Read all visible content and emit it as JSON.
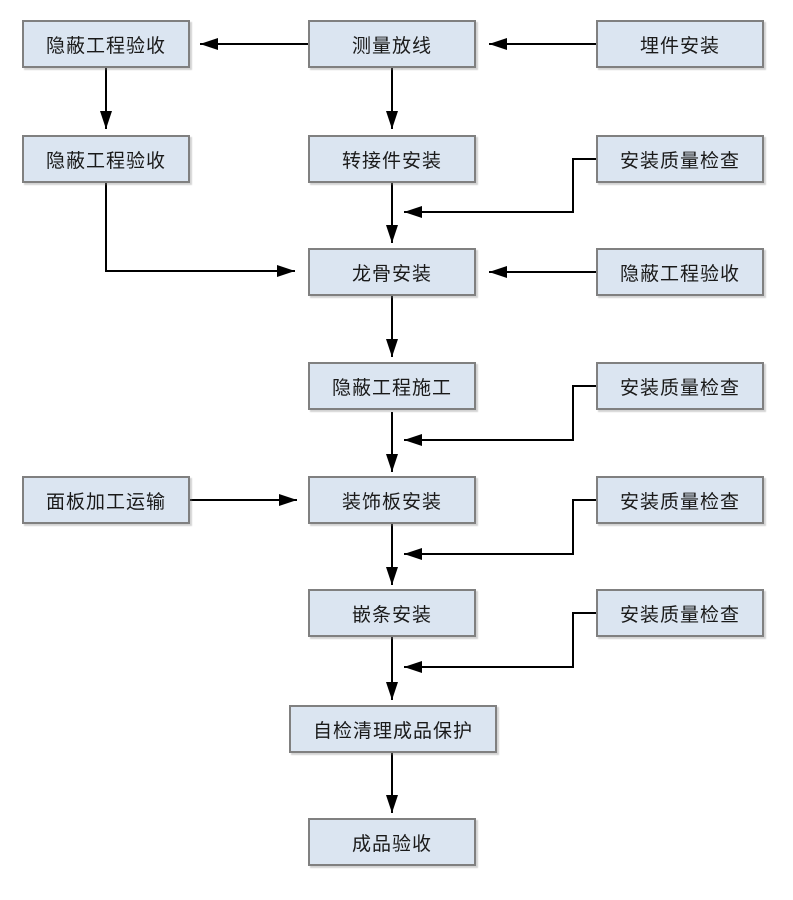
{
  "colors": {
    "background": "#ffffff",
    "node_fill": "#dbe5f1",
    "node_border": "#808080",
    "connector": "#000000"
  },
  "nodes": [
    {
      "id": "hidden-acceptance-1",
      "label": "隐蔽工程验收"
    },
    {
      "id": "measure-layout",
      "label": "测量放线"
    },
    {
      "id": "embed-install",
      "label": "埋件安装"
    },
    {
      "id": "hidden-acceptance-2",
      "label": "隐蔽工程验收"
    },
    {
      "id": "adapter-install",
      "label": "转接件安装"
    },
    {
      "id": "quality-check-1",
      "label": "安装质量检查"
    },
    {
      "id": "keel-install",
      "label": "龙骨安装"
    },
    {
      "id": "hidden-acceptance-3",
      "label": "隐蔽工程验收"
    },
    {
      "id": "hidden-work",
      "label": "隐蔽工程施工"
    },
    {
      "id": "quality-check-2",
      "label": "安装质量检查"
    },
    {
      "id": "panel-processing",
      "label": "面板加工运输"
    },
    {
      "id": "decor-panel-install",
      "label": "装饰板安装"
    },
    {
      "id": "quality-check-3",
      "label": "安装质量检查"
    },
    {
      "id": "trim-install",
      "label": "嵌条安装"
    },
    {
      "id": "quality-check-4",
      "label": "安装质量检查"
    },
    {
      "id": "self-check-protect",
      "label": "自检清理成品保护"
    },
    {
      "id": "final-acceptance",
      "label": "成品验收"
    }
  ],
  "edges": [
    {
      "from": "embed-install",
      "to": "measure-layout"
    },
    {
      "from": "measure-layout",
      "to": "hidden-acceptance-1"
    },
    {
      "from": "hidden-acceptance-1",
      "to": "hidden-acceptance-2"
    },
    {
      "from": "measure-layout",
      "to": "adapter-install"
    },
    {
      "from": "adapter-install",
      "to": "keel-install"
    },
    {
      "from": "quality-check-1",
      "to": "keel-install"
    },
    {
      "from": "hidden-acceptance-2",
      "to": "keel-install"
    },
    {
      "from": "hidden-acceptance-3",
      "to": "keel-install"
    },
    {
      "from": "keel-install",
      "to": "hidden-work"
    },
    {
      "from": "hidden-work",
      "to": "decor-panel-install"
    },
    {
      "from": "quality-check-2",
      "to": "decor-panel-install"
    },
    {
      "from": "panel-processing",
      "to": "decor-panel-install"
    },
    {
      "from": "decor-panel-install",
      "to": "trim-install"
    },
    {
      "from": "quality-check-3",
      "to": "trim-install"
    },
    {
      "from": "trim-install",
      "to": "self-check-protect"
    },
    {
      "from": "quality-check-4",
      "to": "self-check-protect"
    },
    {
      "from": "self-check-protect",
      "to": "final-acceptance"
    }
  ]
}
